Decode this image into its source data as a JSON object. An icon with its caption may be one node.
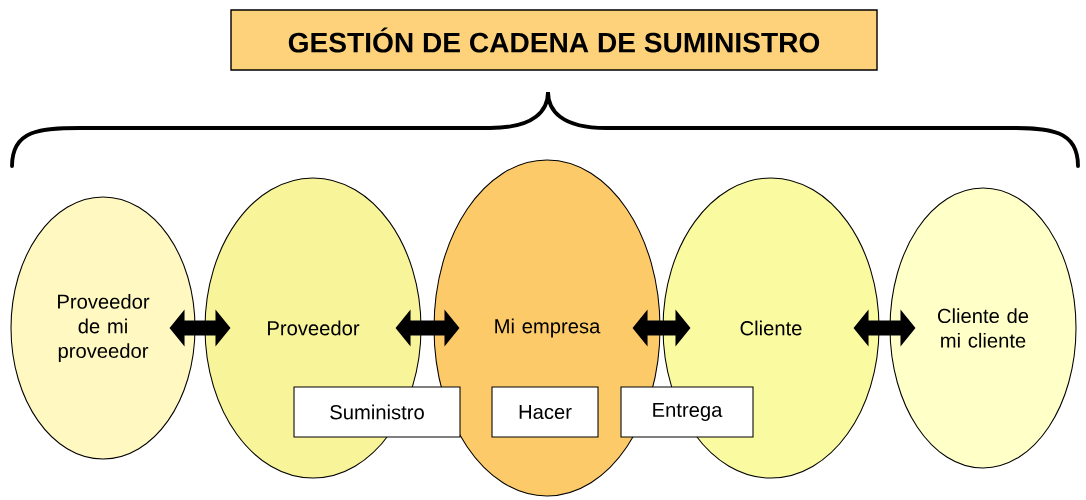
{
  "diagram": {
    "title": "GESTIÓN DE CADENA DE SUMINISTRO",
    "nodes": [
      {
        "text": [
          "Proveedor de mi proveedor"
        ]
      },
      {
        "text": [
          "Proveedor"
        ]
      },
      {
        "text": [
          "Mi empresa"
        ]
      },
      {
        "text": [
          "Cliente"
        ]
      },
      {
        "text": [
          "Cliente de mi cliente"
        ]
      },
      {
        "text": [
          "Suministro"
        ]
      },
      {
        "text": [
          "Hacer"
        ],
        "in": 2
      },
      {
        "text": [
          "Entrega"
        ]
      }
    ],
    "edges": [
      {
        "from": 0,
        "to": 1,
        "arrow": "both"
      },
      {
        "from": 1,
        "to": 2,
        "arrow": "both"
      },
      {
        "from": 2,
        "to": 3,
        "arrow": "both"
      },
      {
        "from": 3,
        "to": 4,
        "arrow": "both"
      }
    ]
  }
}
